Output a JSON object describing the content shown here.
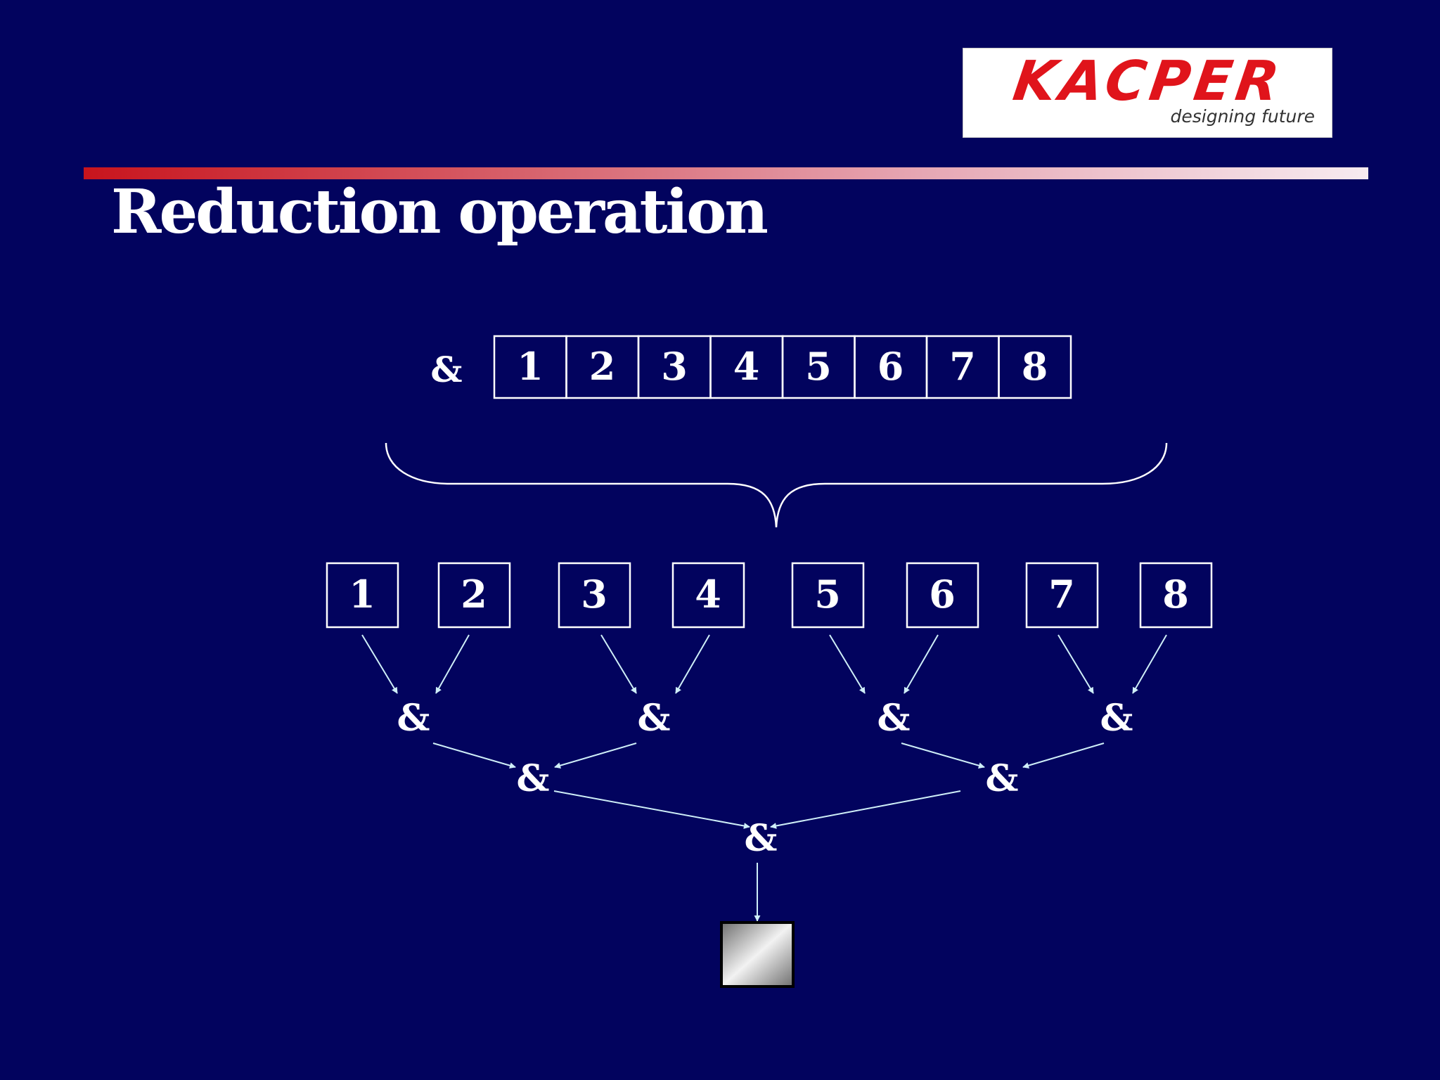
{
  "logo": {
    "text": "KACPER",
    "tagline": "designing future"
  },
  "title": "Reduction operation",
  "diagram": {
    "operator": "&",
    "input_values": [
      "1",
      "2",
      "3",
      "4",
      "5",
      "6",
      "7",
      "8"
    ],
    "pair_values": [
      "1",
      "2",
      "3",
      "4",
      "5",
      "6",
      "7",
      "8"
    ],
    "level1": [
      "&",
      "&",
      "&",
      "&"
    ],
    "level2": [
      "&",
      "&"
    ],
    "level3": [
      "&"
    ]
  },
  "colors": {
    "background": "#02035e",
    "line": "#ffffff",
    "arrow": "#cfeff8",
    "logo_red": "#e0141b"
  }
}
